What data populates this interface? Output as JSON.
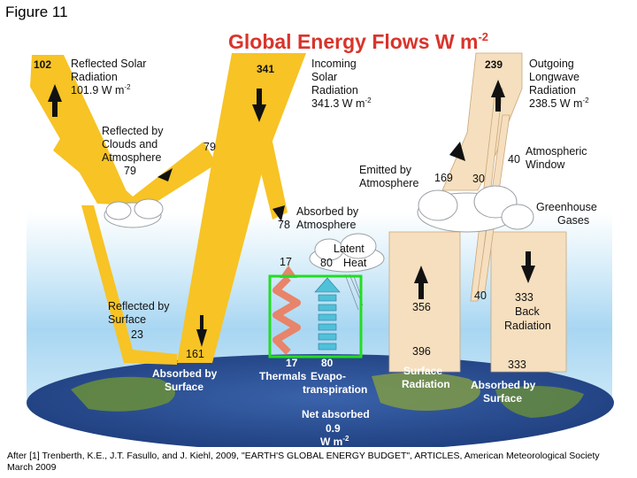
{
  "figure_label": "Figure 11",
  "title": "Global Energy Flows  W m",
  "title_superscript": "-2",
  "caption": "After [1] Trenberth, K.E., J.T. Fasullo, and J. Kiehl, 2009, \"EARTH'S GLOBAL ENERGY BUDGET\",  ARTICLES, American Meteorological Society March 2009",
  "colors": {
    "title": "#d9342b",
    "solar": "#f7c325",
    "longwave": "#f6dfbf",
    "thermals": "#e8846a",
    "latent": "#4fc1d9",
    "highlight": "#22dd22",
    "sky": "#bfe2f6",
    "earth": "#2a4e94"
  },
  "labels": {
    "reflected_solar_value": "102",
    "reflected_solar_l1": "Reflected Solar",
    "reflected_solar_l2": "Radiation",
    "reflected_solar_l3": "101.9 W m",
    "incoming_value": "341",
    "incoming_l1": "Incoming",
    "incoming_l2": "Solar",
    "incoming_l3": "Radiation",
    "incoming_l4": "341.3 W m",
    "outgoing_value": "239",
    "outgoing_l1": "Outgoing",
    "outgoing_l2": "Longwave",
    "outgoing_l3": "Radiation",
    "outgoing_l4": "238.5 W m",
    "reflected_clouds_l1": "Reflected by",
    "reflected_clouds_l2": "Clouds and",
    "reflected_clouds_l3": "Atmosphere",
    "reflected_clouds_value": "79",
    "reflected_clouds_value_on_band": "79",
    "absorbed_atm_value": "78",
    "absorbed_atm_l1": "Absorbed by",
    "absorbed_atm_l2": "Atmosphere",
    "emitted_atm_l1": "Emitted by",
    "emitted_atm_l2": "Atmosphere",
    "emitted_atm_value": "169",
    "window_value_a": "30",
    "window_value_b": "40",
    "window_l1": "Atmospheric",
    "window_l2": "Window",
    "greenhouse_l1": "Greenhouse",
    "greenhouse_l2": "Gases",
    "latent_l1": "Latent",
    "latent_value": "80",
    "latent_l2": "Heat",
    "thermals_top_value": "17",
    "reflected_surface_l1": "Reflected by",
    "reflected_surface_l2": "Surface",
    "reflected_surface_value": "23",
    "absorbed_surface_value": "161",
    "surface_rad_value": "356",
    "window_surface_value": "40",
    "back_rad_value": "333",
    "back_rad_l1": "Back",
    "back_rad_l2": "Radiation",
    "surface_rad_total": "396",
    "absorbed_surface_total": "333",
    "absorbed_by_surface_l1": "Absorbed by",
    "absorbed_by_surface_l2": "Surface",
    "thermals_bottom_value": "17",
    "thermals_label": "Thermals",
    "evapo_value": "80",
    "evapo_l1": "Evapo-",
    "evapo_l2": "transpiration",
    "surface_radiation_l1": "Surface",
    "surface_radiation_l2": "Radiation",
    "absorbed_by_surface_r1": "Absorbed by",
    "absorbed_by_surface_r2": "Surface",
    "net_l1": "Net absorbed",
    "net_value": "0.9",
    "net_unit": "W m",
    "unit_superscript": "-2"
  }
}
